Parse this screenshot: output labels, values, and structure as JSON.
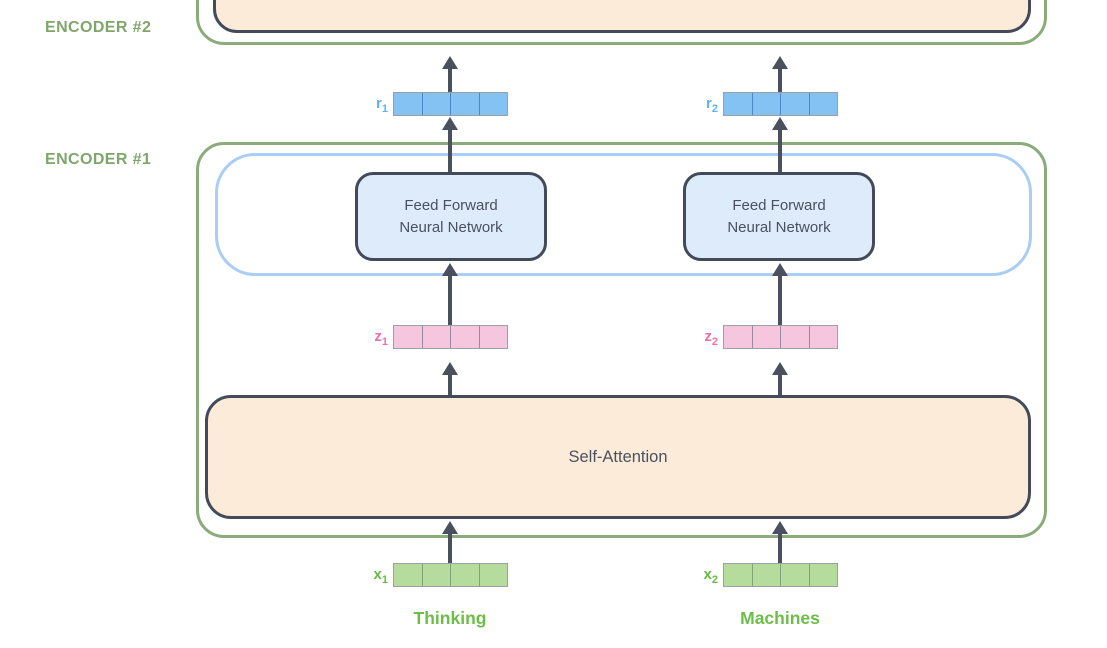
{
  "diagram": {
    "type": "transformer-encoder-stack",
    "encoder2": {
      "label": "ENCODER #2"
    },
    "encoder1": {
      "label": "ENCODER #1",
      "ffn_label": "Feed Forward\nNeural Network",
      "self_attention_label": "Self-Attention"
    },
    "tokens": [
      {
        "word": "Thinking",
        "r_base": "r",
        "r_sub": "1",
        "z_base": "z",
        "z_sub": "1",
        "x_base": "x",
        "x_sub": "1",
        "cells": 4
      },
      {
        "word": "Machines",
        "r_base": "r",
        "r_sub": "2",
        "z_base": "z",
        "z_sub": "2",
        "x_base": "x",
        "x_sub": "2",
        "cells": 4
      }
    ],
    "colors": {
      "encoder_border_green": "#8BAB7A",
      "encoder_label_green": "#7FA66B",
      "word_green": "#6CBE48",
      "x_vector_fill": "#B6DC9D",
      "z_vector_fill": "#F6C6DF",
      "r_vector_fill": "#85C2F4",
      "r_label_blue": "#5CB3F5",
      "z_label_pink": "#F06EAC",
      "x_label_green": "#67BB45",
      "ffn_fill": "#DDEBFB",
      "ffn_container_border": "#A9CDF5",
      "self_attention_fill": "#FBEBD8",
      "dark_border": "#434A59",
      "arrow": "#4A505E",
      "text_dark": "#4A5160"
    }
  }
}
